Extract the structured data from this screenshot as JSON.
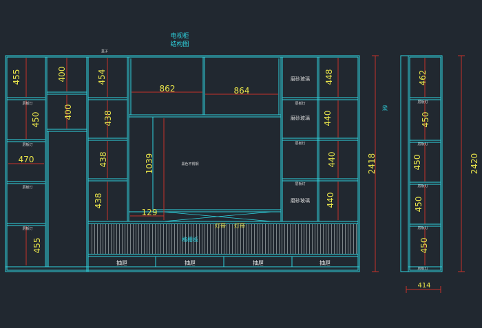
{
  "title": {
    "line1": "电视柜",
    "line2": "结构图"
  },
  "colors": {
    "bg": "#212830",
    "cabinet": "#2fd3df",
    "dimension": "#e8e34a",
    "leader": "#c8322a",
    "text_small": "#d8d8d8"
  },
  "left_column": {
    "dims": [
      "455",
      "450",
      "470",
      "455"
    ],
    "labels": [
      "层板灯",
      "层板灯",
      "层板灯",
      "层板灯"
    ]
  },
  "col2_dims": [
    "400",
    "400"
  ],
  "col3_dims": [
    "454",
    "438",
    "438",
    "438"
  ],
  "top_center": {
    "left_dim": "862",
    "right_dim": "864",
    "tag": "盒子"
  },
  "tv_area": {
    "height_dim": "1039",
    "note": "黑色不锈钢",
    "bottom_dim": "129"
  },
  "right_cols": {
    "frosted": [
      "磨砂玻璃",
      "磨砂玻璃",
      "磨砂玻璃"
    ],
    "dims": [
      "448",
      "440",
      "440",
      "440"
    ],
    "labels": [
      "层板灯",
      "层板灯",
      "层板灯"
    ]
  },
  "base": {
    "light_strip": "灯带",
    "light_strip_2": "灯带",
    "panel_note": "格栅板",
    "drawers": [
      "抽屉",
      "抽屉",
      "抽屉",
      "抽屉"
    ]
  },
  "total_height_main": "2418",
  "side_label": "梁",
  "side_view": {
    "dims": [
      "462",
      "450",
      "450",
      "450",
      "450"
    ],
    "labels": [
      "层板灯",
      "层板灯",
      "层板灯",
      "层板灯",
      "层板灯"
    ],
    "total_height": "2420",
    "depth": "414"
  }
}
